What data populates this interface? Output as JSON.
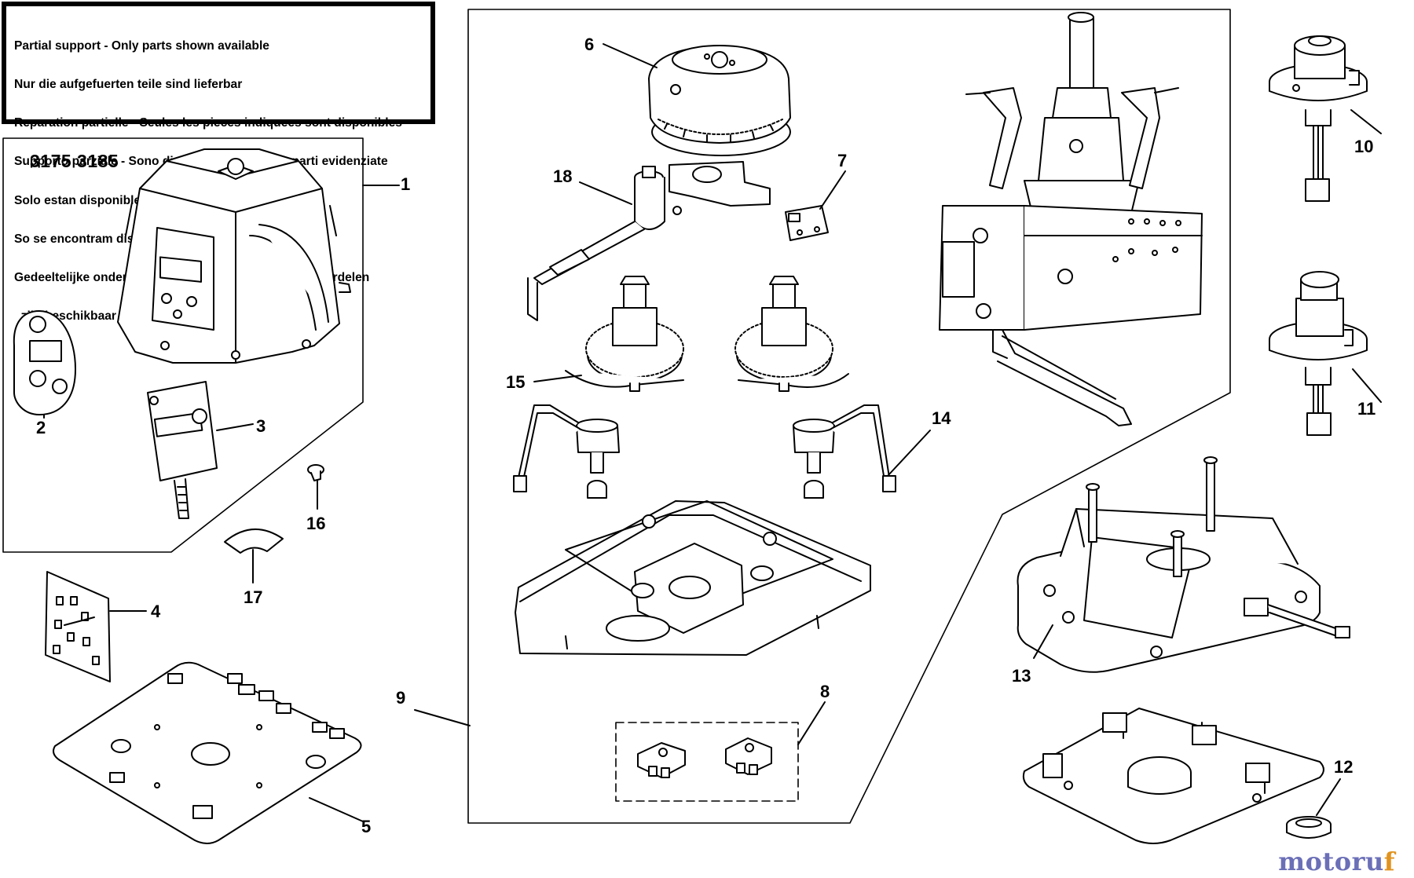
{
  "notice": {
    "lines": [
      "Partial support - Only parts shown available",
      "Nur die aufgefuerten teile sind lieferbar",
      "Reparation partielle - Seules les pieces indiquees sont disponibles",
      "Supporto parziale - Sono disponibili soltanto le parti evidenziate",
      "Solo estan disponibles las peizas listadas",
      "So se encontram disponiveis as pecas listadas",
      "Gedeeltelijke ondersteuning - alleen de getoonde onderdelen",
      "  zijn beschikbaar"
    ]
  },
  "models": "3175  3185",
  "parts": {
    "p1": "1",
    "p2": "2",
    "p3": "3",
    "p4": "4",
    "p5": "5",
    "p6": "6",
    "p7": "7",
    "p8": "8",
    "p9": "9",
    "p10": "10",
    "p11": "11",
    "p12": "12",
    "p13": "13",
    "p14": "14",
    "p15": "15",
    "p16": "16",
    "p17": "17",
    "p18": "18"
  },
  "watermark": {
    "brand": "motoru",
    "accent": "f"
  }
}
